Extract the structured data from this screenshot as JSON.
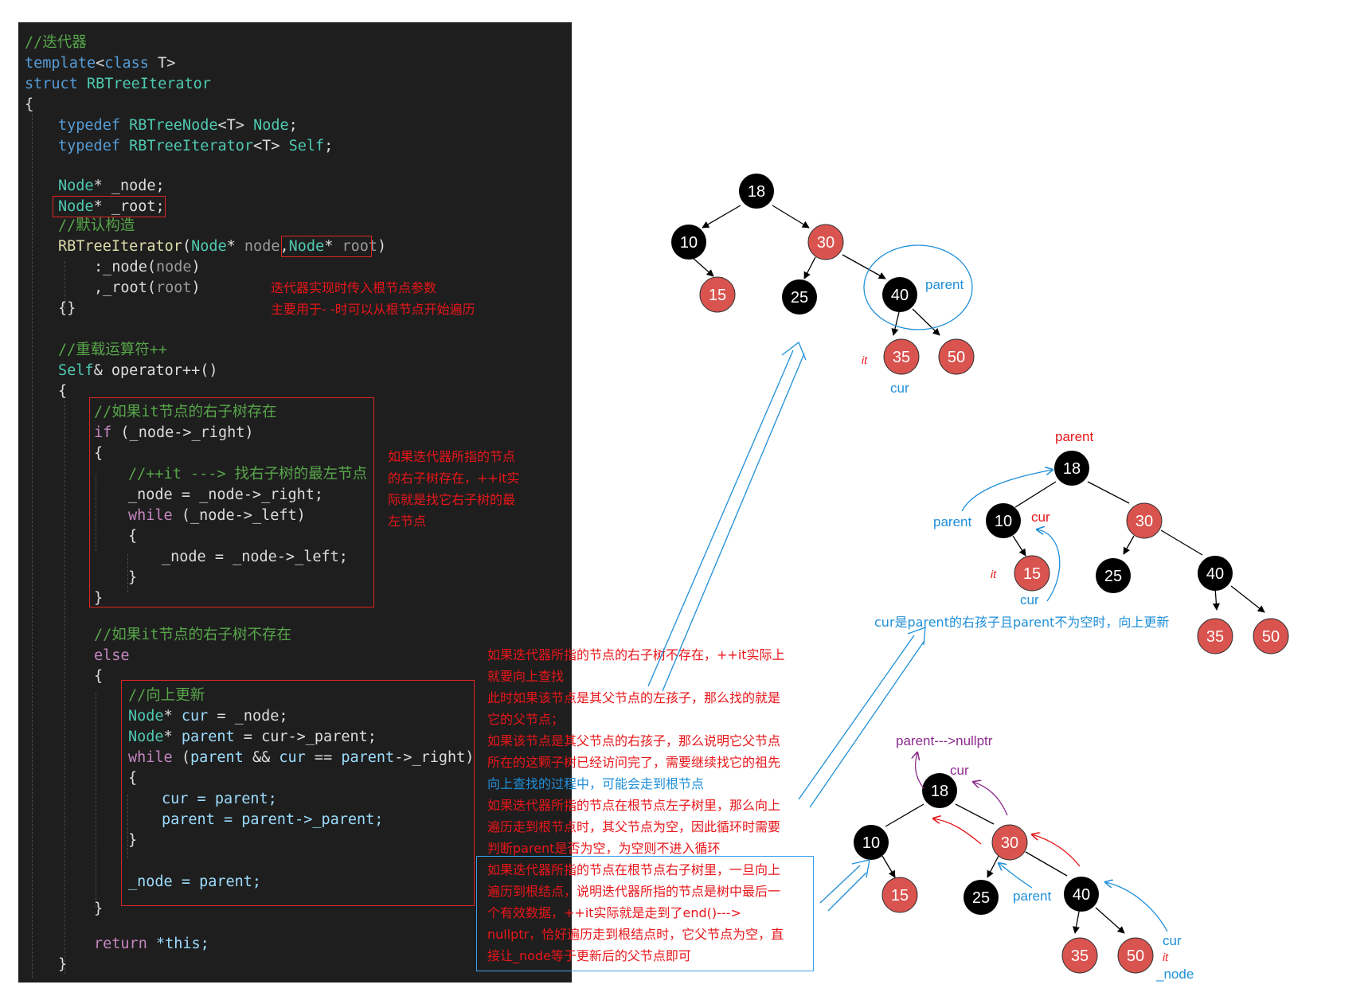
{
  "code": {
    "comment_iterator": "//迭代器",
    "template_kw": "template",
    "template_arg_open": "<",
    "template_class_kw": "class",
    "template_T": " T>",
    "struct_kw": "struct",
    "struct_name": "RBTreeIterator",
    "brace_open": "{",
    "typedef_kw": "typedef",
    "node_typedef_type": "RBTreeNode",
    "node_typedef_arg": "<T>",
    "node_typedef_name": "Node",
    "self_typedef_type": "RBTreeIterator",
    "self_typedef_arg": "<T>",
    "self_typedef_name": "Self",
    "semicolon": ";",
    "node_type": "Node",
    "star": "*",
    "member_node": "_node",
    "member_root": "_root",
    "comment_default_ctor": "//默认构造",
    "ctor_name": "RBTreeIterator",
    "ctor_open": "(",
    "param_node": "node",
    "comma": ",",
    "param_root": "root",
    "ctor_close": ")",
    "init_node_prefix": ":",
    "init_root_prefix": ",",
    "empty_body": "{}",
    "comment_overload": "//重载运算符++",
    "self_ref": "Self",
    "amp": "&",
    "operator_sig": "operator++()",
    "comment_right_exists": "//如果it节点的右子树存在",
    "if_kw": "if",
    "cond_right": "(_node->_right)",
    "comment_find_leftmost": "//++it ---> 找右子树的最左节点",
    "assign_right": "_node = _node->_right;",
    "while_kw": "while",
    "cond_left": "(_node->_left)",
    "assign_left": "_node = _node->_left;",
    "brace_close": "}",
    "comment_right_missing": "//如果it节点的右子树不存在",
    "else_kw": "else",
    "comment_update_up": "//向上更新",
    "cur_var": "cur",
    "parent_var": "parent",
    "assign_eq_node": " = _node;",
    "assign_cur_parent_tail": " = cur->_parent;",
    "while_cond_open": " (",
    "while_and": " && ",
    "while_eq": " == ",
    "while_parent_right_tail": "->_right)",
    "assign_cur_parent": "cur = parent;",
    "assign_parent_parent": "parent = parent->_parent;",
    "assign_node_parent": "_node = parent;",
    "return_kw": "return",
    "return_this": " *this;"
  },
  "annotations": {
    "ctor_note_line1": "迭代器实现时传入根节点参数",
    "ctor_note_line2": "主要用于- -时可以从根节点开始遍历",
    "right_exists_note": [
      "如果迭代器所指的节点",
      "的右子树存在，++it实",
      "际就是找它右子树的最",
      "左节点"
    ],
    "right_missing_note": [
      "如果迭代器所指的节点的右子树不存在，++it实际上",
      "就要向上查找",
      "此时如果该节点是其父节点的左孩子，那么找的就是",
      "它的父节点；",
      "如果该节点是其父节点的右孩子，那么说明它父节点",
      "所在的这颗子树已经访问完了，需要继续找它的祖先"
    ],
    "right_missing_blue": "向上查找的过程中，可能会走到根节点",
    "right_missing_note2": [
      "如果迭代器所指的节点在根节点左子树里，那么向上",
      "遍历走到根节点时，其父节点为空，因此循环时需要",
      "判断parent是否为空，为空则不进入循环"
    ],
    "right_missing_note3": [
      "如果迭代器所指的节点在根节点右子树里，一旦向上",
      "遍历到根结点，说明迭代器所指的节点是树中最后一",
      "个有效数据，++it实际就是走到了end()--->",
      "nullptr，恰好遍历走到根结点时，它父节点为空，直",
      "接让_node等于更新后的父节点即可"
    ],
    "middle_caption": "cur是parent的右孩子且parent不为空时，向上更新"
  },
  "trees": {
    "tree1": {
      "nodes": [
        "18",
        "10",
        "30",
        "15",
        "25",
        "40",
        "35",
        "50"
      ],
      "parent_label": "parent",
      "it_label": "it",
      "cur_label": "cur"
    },
    "tree2": {
      "nodes": [
        "18",
        "10",
        "30",
        "15",
        "25",
        "40",
        "35",
        "50"
      ],
      "root_parent_label": "parent",
      "left_parent_label": "parent",
      "cur_upper_label": "cur",
      "it_label": "it",
      "cur_lower_label": "cur"
    },
    "tree3": {
      "nodes": [
        "18",
        "10",
        "30",
        "15",
        "25",
        "40",
        "35",
        "50"
      ],
      "nullptr_label": "parent--->nullptr",
      "cur_top_label": "cur",
      "parent_label": "parent",
      "cur_label": "cur",
      "it_label": "it",
      "node_label": "_node"
    }
  },
  "colors": {
    "red_node": "#d9534f",
    "black_node": "#000000",
    "annotation_red": "#e8161a",
    "annotation_blue": "#1e8fd8",
    "annotation_purple": "#8c2c8c"
  }
}
